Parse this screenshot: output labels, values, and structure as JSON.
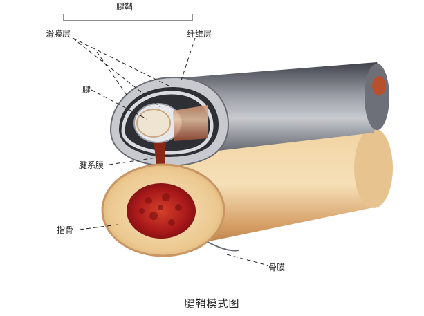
{
  "labels": {
    "tendon_sheath": "腱鞘",
    "synovial_layer": "滑膜层",
    "fibrous_layer": "纤维层",
    "tendon": "腱",
    "mesotendon": "腱系膜",
    "phalanx": "指骨",
    "periosteum": "骨膜"
  },
  "caption": "腱鞘模式图",
  "colors": {
    "sheath_dark": "#4a4d55",
    "sheath_mid": "#8a8d96",
    "sheath_light": "#c9ccd2",
    "bone_light": "#f4dcb0",
    "bone_mid": "#e0b07a",
    "bone_shadow": "#b9834e",
    "marrow": "#b01e1a",
    "tendon": "#efe2cc",
    "mesotendon": "#a03020"
  }
}
